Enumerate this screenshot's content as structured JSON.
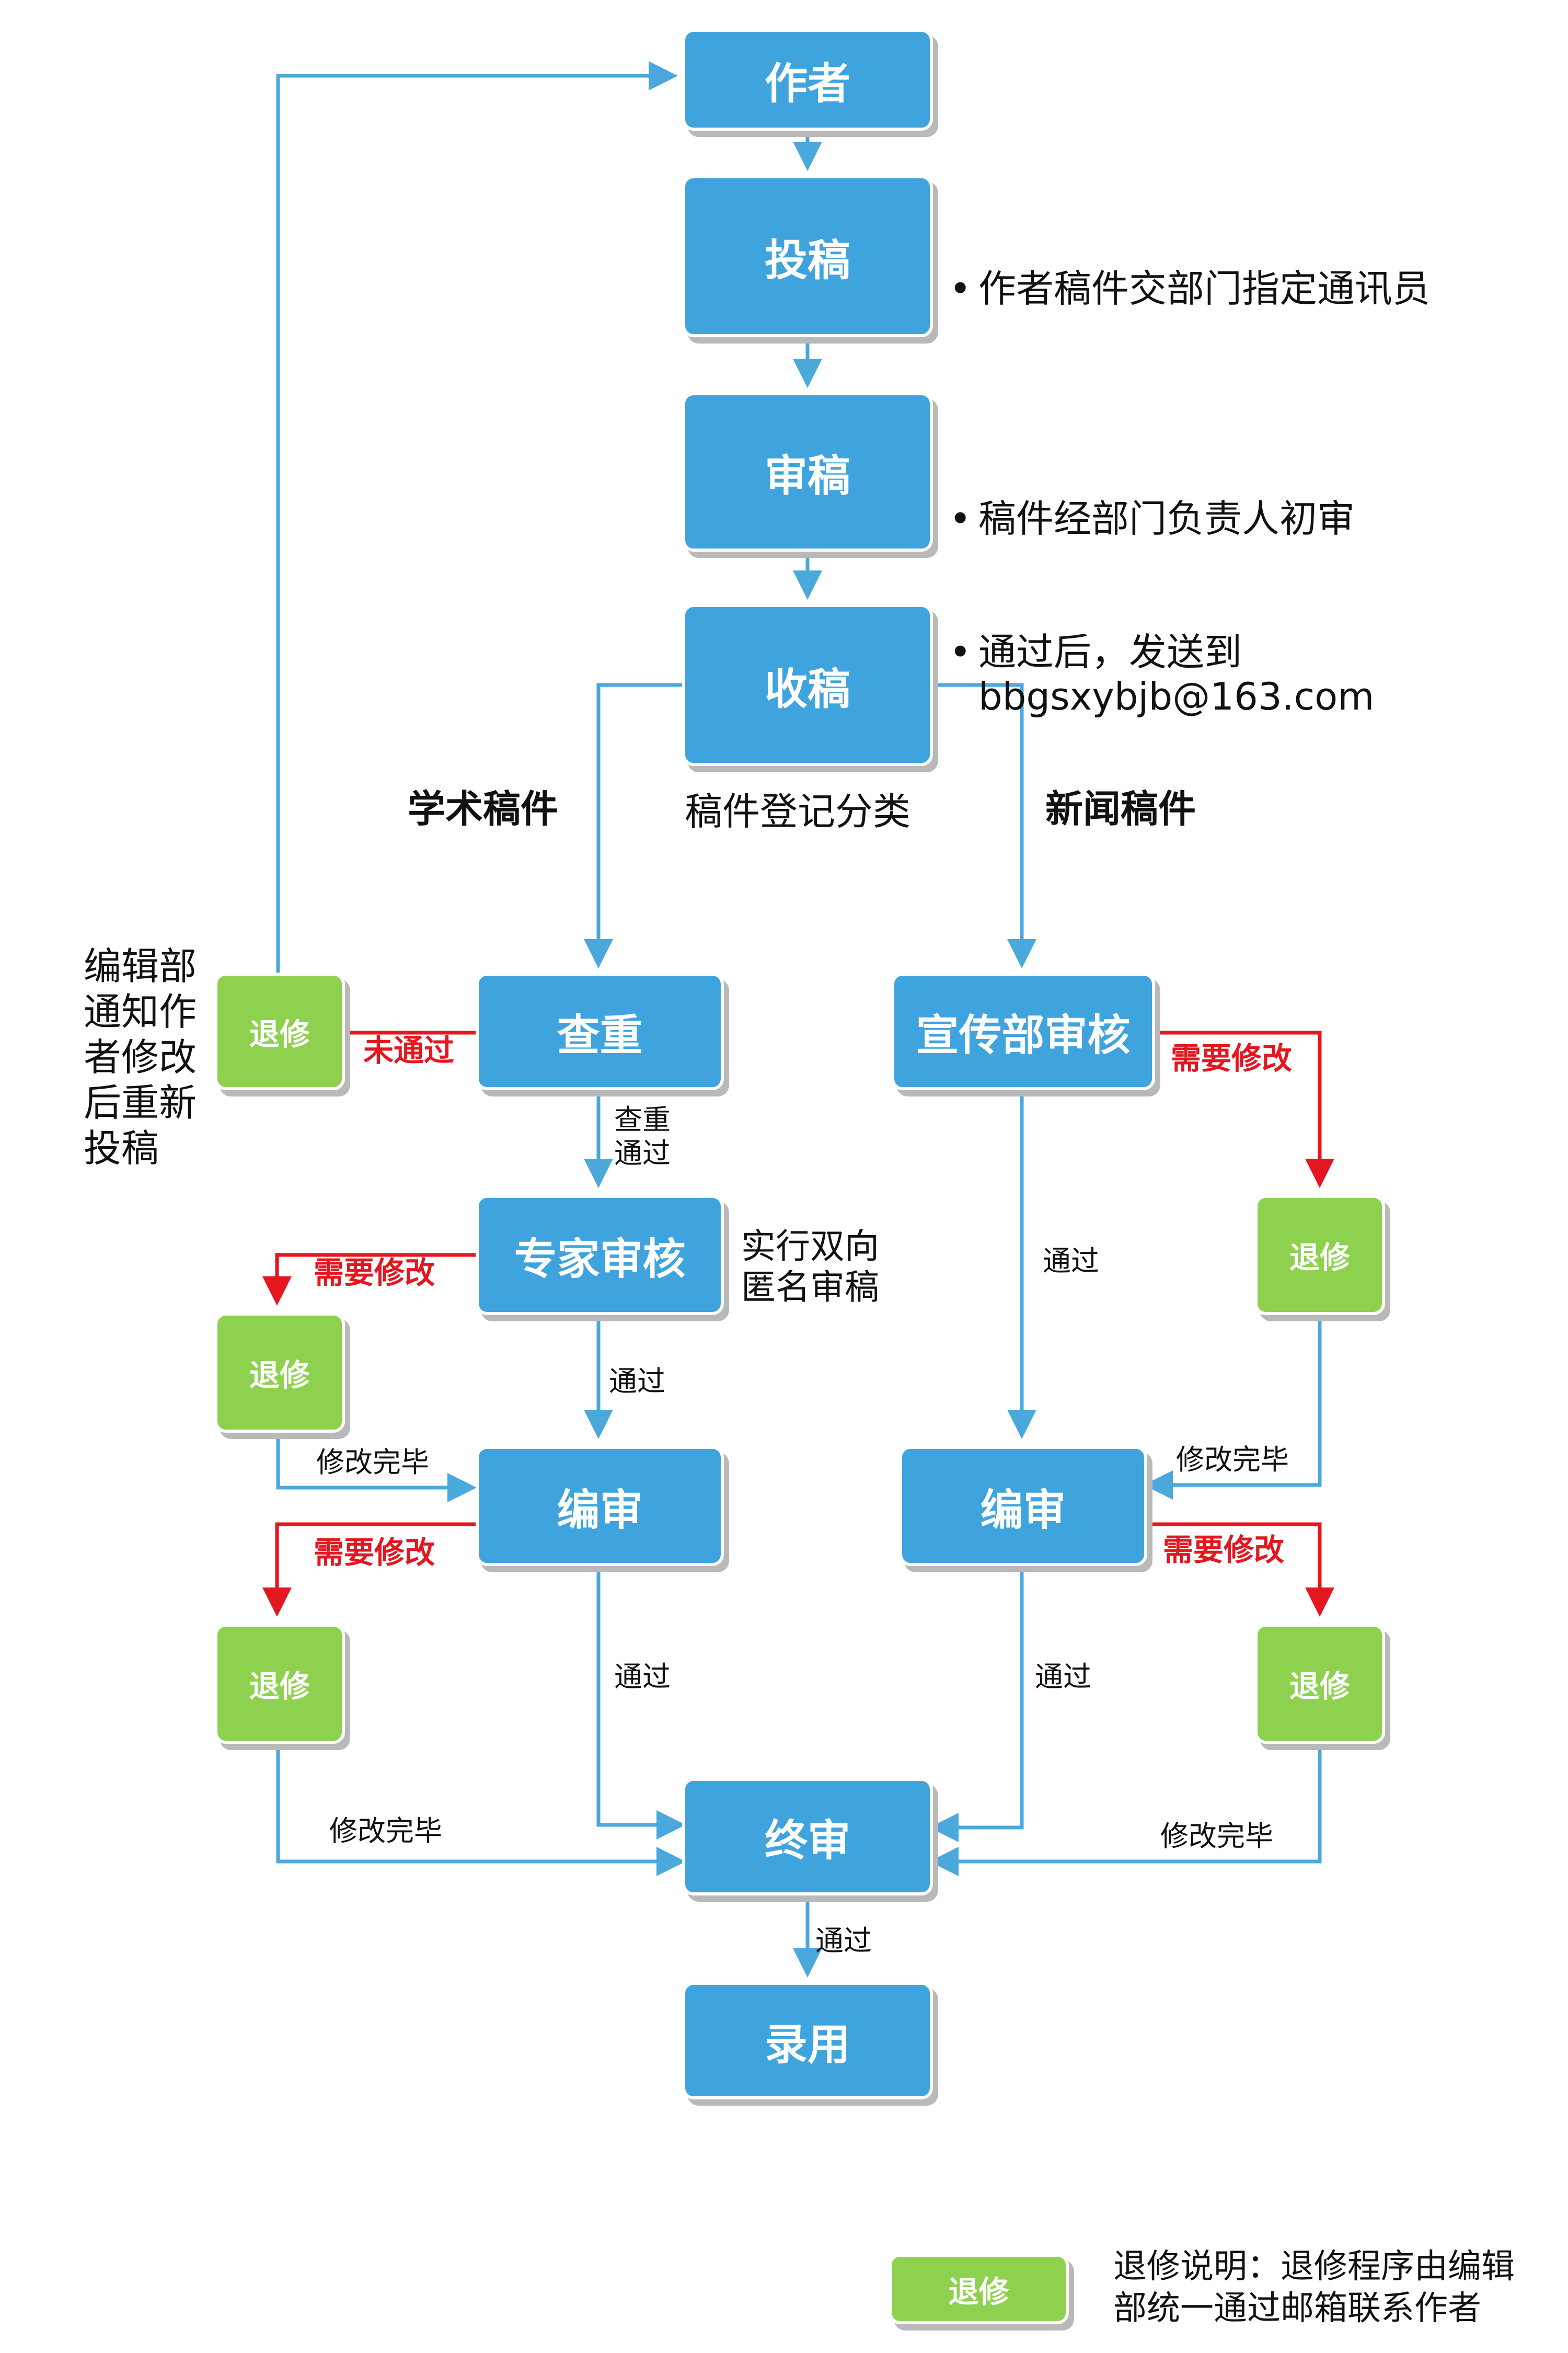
{
  "nodes": {
    "author": "作者",
    "submit": "投稿",
    "review": "审稿",
    "receive": "收稿",
    "duplicate_check": "查重",
    "expert_review": "专家审核",
    "edit_review_left": "编审",
    "publicity_review": "宣传部审核",
    "edit_review_right": "编审",
    "final_review": "终审",
    "accepted": "录用",
    "return_label": "退修"
  },
  "notes": {
    "submit": [
      "作者稿件交部门指定通讯员"
    ],
    "review": [
      "稿件经部门负责人初审",
      "通过后，发送到\nbbgsxybjb@163.com"
    ],
    "register": "稿件登记分类",
    "academic": "学术稿件",
    "news": "新闻稿件",
    "editorial_notice": "编辑部\n通知作\n者修改\n后重新\n投稿",
    "anonymous": "实行双向\n匿名审稿"
  },
  "edge_labels": {
    "not_passed": "未通过",
    "needs_revision": "需要修改",
    "check_passed": "查重\n通过",
    "passed": "通过",
    "revision_done": "修改完毕"
  },
  "legend": {
    "label": "退修",
    "text": "退修说明：退修程序由编辑\n部统一通过邮箱联系作者"
  },
  "colors": {
    "blue_box": "#3fa4de",
    "green_box": "#8dd14f",
    "connector": "#4aa8dc",
    "revision_connector": "#e4161f"
  }
}
